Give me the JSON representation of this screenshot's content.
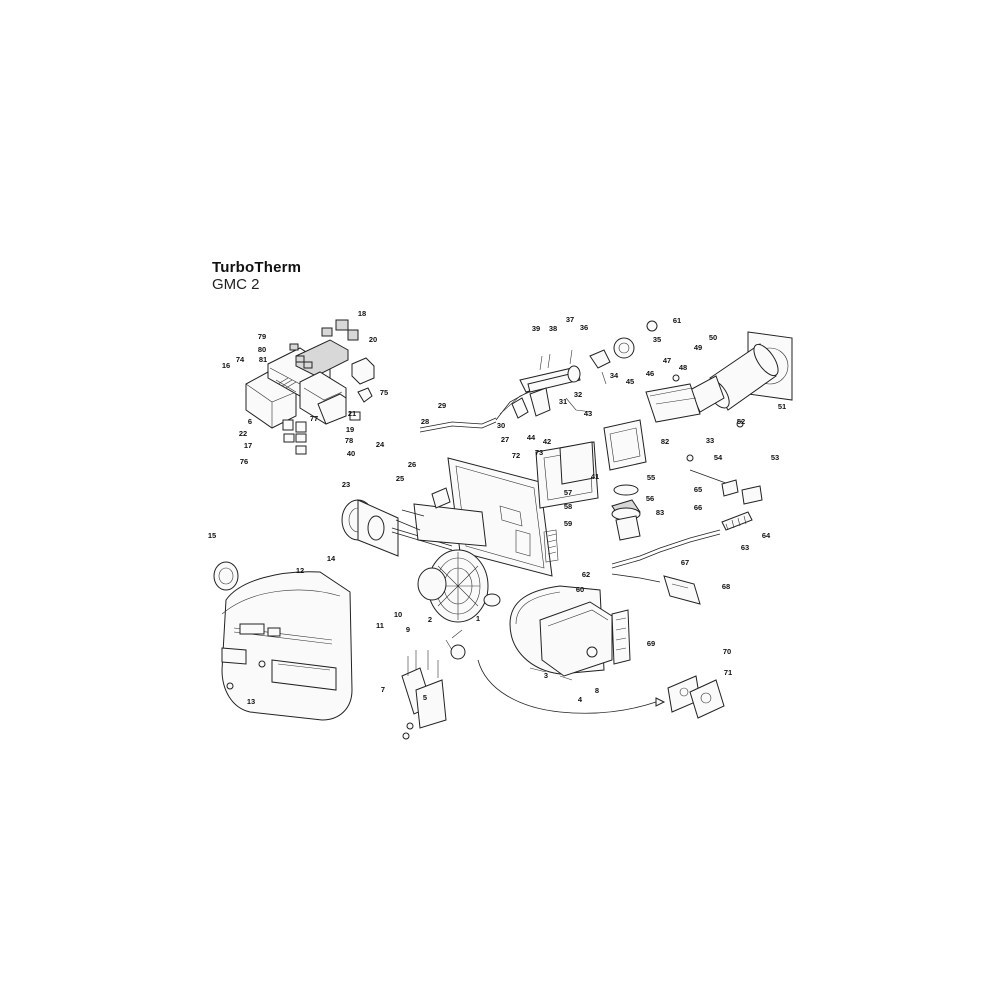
{
  "header": {
    "brand": "TurboTherm",
    "model": "GMC 2"
  },
  "part_numbers": [
    "1",
    "2",
    "3",
    "4",
    "5",
    "6",
    "7",
    "8",
    "9",
    "10",
    "11",
    "12",
    "13",
    "14",
    "15",
    "16",
    "17",
    "18",
    "19",
    "20",
    "21",
    "22",
    "23",
    "24",
    "25",
    "26",
    "27",
    "28",
    "29",
    "30",
    "31",
    "32",
    "33",
    "34",
    "35",
    "36",
    "37",
    "38",
    "39",
    "40",
    "41",
    "42",
    "43",
    "44",
    "45",
    "46",
    "47",
    "48",
    "49",
    "50",
    "51",
    "52",
    "53",
    "54",
    "55",
    "56",
    "57",
    "58",
    "59",
    "60",
    "61",
    "62",
    "63",
    "64",
    "65",
    "66",
    "67",
    "68",
    "69",
    "70",
    "71",
    "72",
    "73",
    "74",
    "75",
    "76",
    "77",
    "78",
    "79",
    "80",
    "81",
    "82",
    "83"
  ]
}
